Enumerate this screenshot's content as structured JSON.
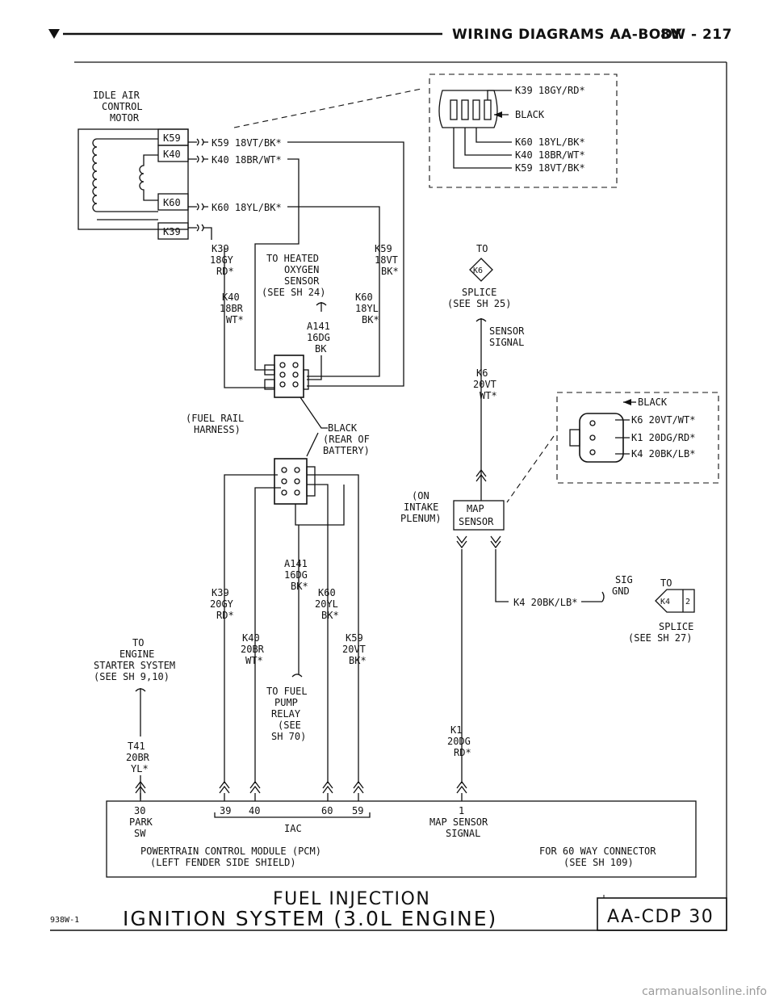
{
  "header": {
    "title": "WIRING DIAGRAMS AA-BODY",
    "page": "8W - 217"
  },
  "labels": {
    "idle_air_control_motor": [
      "IDLE AIR",
      "CONTROL",
      "MOTOR"
    ],
    "iac_pins": [
      "K59",
      "K40",
      "K60",
      "K39"
    ],
    "k59_18vt_bk": "K59 18VT/BK*",
    "k40_18br_wt": "K40 18BR/WT*",
    "k60_18yl_bk": "K60 18YL/BK*",
    "inset1": [
      "K39 18GY/RD*",
      "BLACK",
      "K60 18YL/BK*",
      "K40 18BR/WT*",
      "K59 18VT/BK*"
    ],
    "k39_vert_18": [
      "K39",
      "18GY",
      "RD*"
    ],
    "k40_vert_18": [
      "K40",
      "18BR",
      "WT*"
    ],
    "k59_vert_18": [
      "K59",
      "18VT",
      "BK*"
    ],
    "k60_vert_18": [
      "K60",
      "18YL",
      "BK*"
    ],
    "to_heated_o2": [
      "TO HEATED",
      "OXYGEN",
      "SENSOR",
      "(SEE SH 24)"
    ],
    "a141_16dg_bk": [
      "A141",
      "16DG",
      "BK"
    ],
    "to_k6_splice": [
      "TO",
      "K6",
      "SPLICE",
      "(SEE SH 25)"
    ],
    "sensor_signal": [
      "SENSOR",
      "SIGNAL"
    ],
    "k6_20vt_wt": [
      "K6",
      "20VT",
      "WT*"
    ],
    "inset2": [
      "BLACK",
      "K6 20VT/WT*",
      "K1 20DG/RD*",
      "K4 20BK/LB*"
    ],
    "fuel_rail_harness": [
      "(FUEL RAIL",
      "HARNESS)"
    ],
    "black_rear_battery": [
      "BLACK",
      "(REAR OF",
      "BATTERY)"
    ],
    "on_intake_plenum": [
      "(ON",
      "INTAKE",
      "PLENUM)"
    ],
    "map_sensor": [
      "MAP",
      "SENSOR"
    ],
    "a141_16dg_bk2": [
      "A141",
      "16DG",
      "BK*"
    ],
    "k39_vert_20": [
      "K39",
      "20GY",
      "RD*"
    ],
    "k60_vert_20": [
      "K60",
      "20YL",
      "BK*"
    ],
    "k40_vert_20": [
      "K40",
      "20BR",
      "WT*"
    ],
    "k59_vert_20": [
      "K59",
      "20VT",
      "BK*"
    ],
    "sig_gnd": [
      "SIG",
      "GND"
    ],
    "k4_20bk_lb": "K4 20BK/LB*",
    "to_k4_splice": [
      "TO",
      "K4",
      "2",
      "SPLICE",
      "(SEE SH 27)"
    ],
    "to_engine_starter": [
      "TO",
      "ENGINE",
      "STARTER SYSTEM",
      "(SEE SH 9,10)"
    ],
    "to_fuel_pump_relay": [
      "TO FUEL",
      "PUMP",
      "RELAY",
      "(SEE",
      "SH 70)"
    ],
    "t41_20br_yl": [
      "T41",
      "20BR",
      "YL*"
    ],
    "k1_20dg_rd": [
      "K1",
      "20DG",
      "RD*"
    ],
    "pcm_pins": [
      "30",
      "39",
      "40",
      "60",
      "59",
      "1"
    ],
    "park_sw": [
      "PARK",
      "SW"
    ],
    "iac": "IAC",
    "map_sensor_signal": [
      "MAP SENSOR",
      "SIGNAL"
    ],
    "pcm_name": [
      "POWERTRAIN CONTROL MODULE (PCM)",
      "(LEFT FENDER SIDE SHIELD)"
    ],
    "connector_note": [
      "FOR 60 WAY CONNECTOR",
      "(SEE SH 109)"
    ]
  },
  "footer": {
    "code": "938W-1",
    "title1": "FUEL INJECTION",
    "title2": "IGNITION SYSTEM (3.0L ENGINE)",
    "page_id": "AA-CDP 30"
  },
  "watermark": "carmanualsonline.info"
}
